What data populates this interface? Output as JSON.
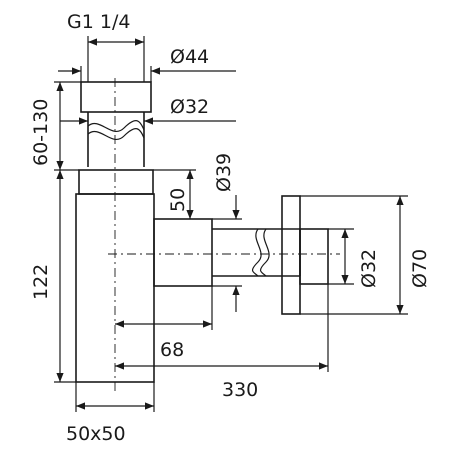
{
  "dimensions": {
    "thread": "G1 1/4",
    "outer_diameter_top": "Ø44",
    "inner_diameter_top": "Ø32",
    "adjustable_height": "60-130",
    "body_height": "122",
    "outlet_height": "50",
    "outlet_diameter": "Ø39",
    "outlet_length": "68",
    "total_length": "330",
    "wall_pipe_diameter": "Ø32",
    "flange_diameter": "Ø70",
    "body_section": "50x50"
  }
}
